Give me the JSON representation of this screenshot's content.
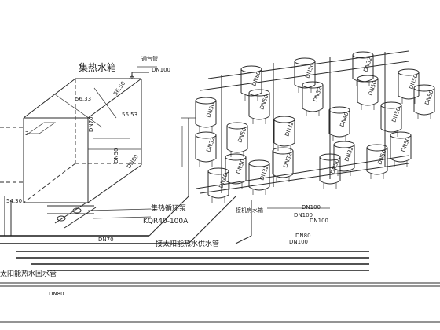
{
  "tank": {
    "title": "集热水箱",
    "vent_label": "通气管",
    "vent_size": "DN100",
    "dims": [
      "56.33",
      "56.50",
      "56.53",
      "54.30"
    ],
    "pipe_labels": [
      "DN70",
      "DN50",
      "DN80"
    ],
    "marker": "2"
  },
  "pump": {
    "title": "集热循环泵",
    "model": "KQR40-100A"
  },
  "header_labels": {
    "drain": "接机房水箱",
    "sizes": [
      "DN100",
      "DN100",
      "DN100",
      "DN80",
      "DN100"
    ]
  },
  "main_lines": {
    "dn70": "DN70",
    "supply": "接太阳能热水供水管",
    "return": "太阳能热水回水管",
    "dn80": "DN80"
  },
  "collector_labels": [
    "DN80",
    "DN50",
    "DN32",
    "DN50",
    "DN50",
    "DN50",
    "DN32",
    "DN50",
    "DN50",
    "DN32",
    "DN50",
    "DN32",
    "DN40",
    "DN50",
    "DN50",
    "DN32",
    "DN32",
    "DN50",
    "DN40",
    "DN32",
    "DN50",
    "DN50"
  ],
  "colors": {
    "line": "#2a2a2a",
    "background": "#ffffff"
  }
}
